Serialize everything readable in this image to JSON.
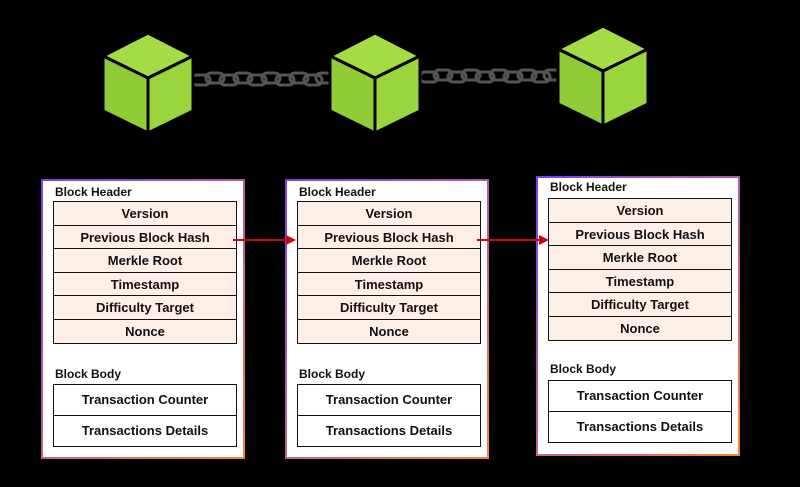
{
  "colors": {
    "background": "#000000",
    "cube_green": "#96d03c",
    "field_fill": "#fdeee6",
    "arrow": "#d0021b",
    "border_start": "#7b3ff2",
    "border_end": "#f0843c"
  },
  "icons": [
    "cube-icon",
    "chain-icon"
  ],
  "blocks": [
    {
      "header_label": "Block Header",
      "header_fields": [
        "Version",
        "Previous Block Hash",
        "Merkle Root",
        "Timestamp",
        "Difficulty Target",
        "Nonce"
      ],
      "body_label": "Block Body",
      "body_fields": [
        "Transaction Counter",
        "Transactions Details"
      ]
    },
    {
      "header_label": "Block Header",
      "header_fields": [
        "Version",
        "Previous Block Hash",
        "Merkle Root",
        "Timestamp",
        "Difficulty Target",
        "Nonce"
      ],
      "body_label": "Block Body",
      "body_fields": [
        "Transaction Counter",
        "Transactions Details"
      ]
    },
    {
      "header_label": "Block Header",
      "header_fields": [
        "Version",
        "Previous Block Hash",
        "Merkle Root",
        "Timestamp",
        "Difficulty Target",
        "Nonce"
      ],
      "body_label": "Block Body",
      "body_fields": [
        "Transaction Counter",
        "Transactions Details"
      ]
    }
  ]
}
